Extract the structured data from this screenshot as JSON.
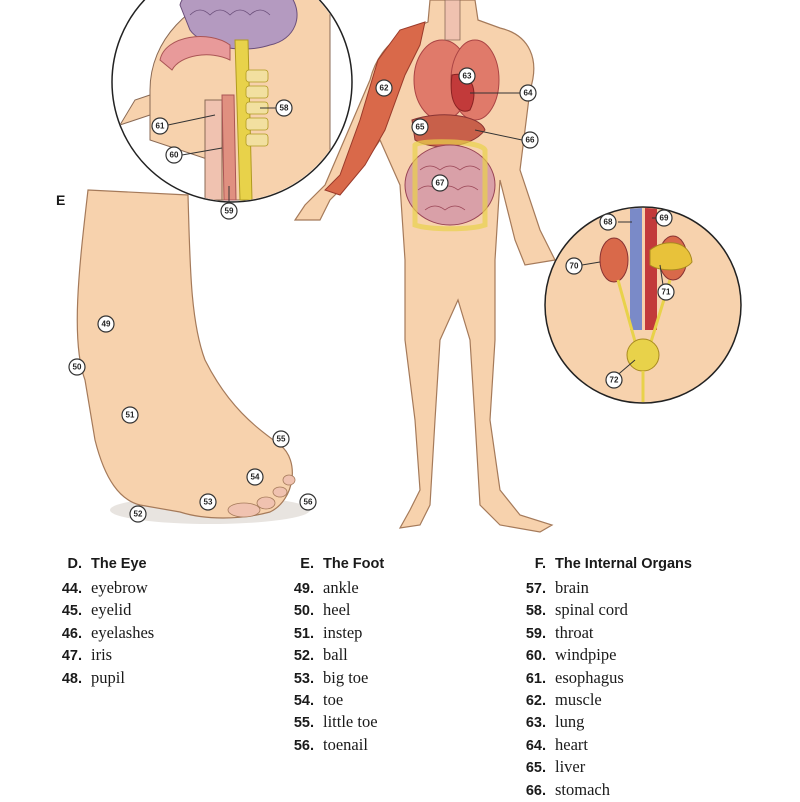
{
  "section_e_letter": "E",
  "sections": [
    {
      "letter": "D.",
      "title": "The Eye",
      "items": [
        {
          "num": "44.",
          "label": "eyebrow"
        },
        {
          "num": "45.",
          "label": "eyelid"
        },
        {
          "num": "46.",
          "label": "eyelashes"
        },
        {
          "num": "47.",
          "label": "iris"
        },
        {
          "num": "48.",
          "label": "pupil"
        }
      ]
    },
    {
      "letter": "E.",
      "title": "The Foot",
      "items": [
        {
          "num": "49.",
          "label": "ankle"
        },
        {
          "num": "50.",
          "label": "heel"
        },
        {
          "num": "51.",
          "label": "instep"
        },
        {
          "num": "52.",
          "label": "ball"
        },
        {
          "num": "53.",
          "label": "big toe"
        },
        {
          "num": "54.",
          "label": "toe"
        },
        {
          "num": "55.",
          "label": "little toe"
        },
        {
          "num": "56.",
          "label": "toenail"
        }
      ]
    },
    {
      "letter": "F.",
      "title": "The Internal Organs",
      "items": [
        {
          "num": "57.",
          "label": "brain"
        },
        {
          "num": "58.",
          "label": "spinal cord"
        },
        {
          "num": "59.",
          "label": "throat"
        },
        {
          "num": "60.",
          "label": "windpipe"
        },
        {
          "num": "61.",
          "label": "esophagus"
        },
        {
          "num": "62.",
          "label": "muscle"
        },
        {
          "num": "63.",
          "label": "lung"
        },
        {
          "num": "64.",
          "label": "heart"
        },
        {
          "num": "65.",
          "label": "liver"
        },
        {
          "num": "66.",
          "label": "stomach"
        }
      ]
    }
  ],
  "callouts": {
    "c49": "49",
    "c50": "50",
    "c51": "51",
    "c52": "52",
    "c53": "53",
    "c54": "54",
    "c55": "55",
    "c56": "56",
    "c58": "58",
    "c59": "59",
    "c60": "60",
    "c61": "61",
    "c62": "62",
    "c63": "63",
    "c64": "64",
    "c65": "65",
    "c66": "66",
    "c67": "67",
    "c68": "68",
    "c69": "69",
    "c70": "70",
    "c71": "71",
    "c72": "72"
  },
  "colors": {
    "skin": "#f7d2ad",
    "skin_shadow": "#e8b38a",
    "muscle": "#d9694a",
    "organ": "#d96a5a",
    "intestine": "#d9a0a8",
    "nerve": "#e8d24a",
    "outline": "#8a6a55"
  }
}
